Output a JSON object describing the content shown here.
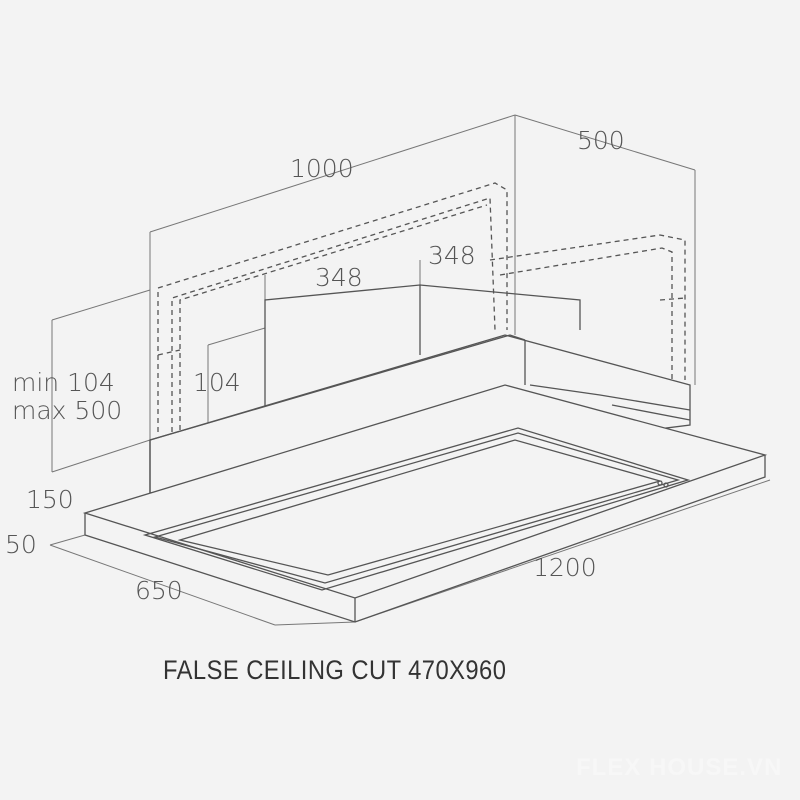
{
  "dimensions": {
    "width": "1000",
    "depth": "500",
    "chimney_width": "348",
    "chimney_depth": "348",
    "height_min": "min 104",
    "height_max": "max 500",
    "chimney_height": "104",
    "body_height": "150",
    "panel_height": "50",
    "panel_depth": "650",
    "panel_width": "1200"
  },
  "caption": "FALSE CEILING CUT 470X960",
  "watermark": "FLEX HOUSE.VN",
  "colors": {
    "background": "#f3f3f3",
    "line": "#555555",
    "caption": "#333333"
  }
}
